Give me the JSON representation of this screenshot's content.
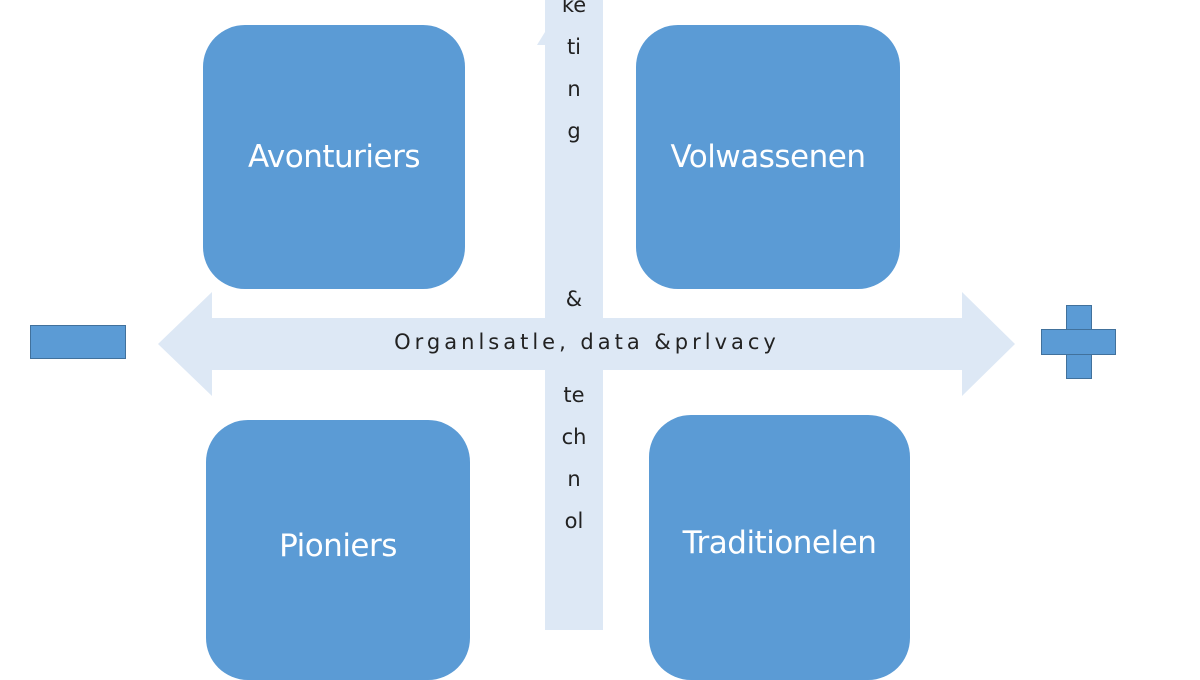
{
  "colors": {
    "quadrant_fill": "#5b9bd5",
    "arrow_fill": "#dde8f5",
    "text": "#222222"
  },
  "quadrants": {
    "top_left": "Avonturiers",
    "top_right": "Volwassenen",
    "bottom_left": "Pioniers",
    "bottom_right": "Traditionelen"
  },
  "axes": {
    "horizontal_label": "Organlsatle, data &prlvacy",
    "vertical_label_parts": [
      "keting",
      "&",
      "technol"
    ],
    "minus_symbol": "minus-icon",
    "plus_symbol": "plus-icon"
  }
}
